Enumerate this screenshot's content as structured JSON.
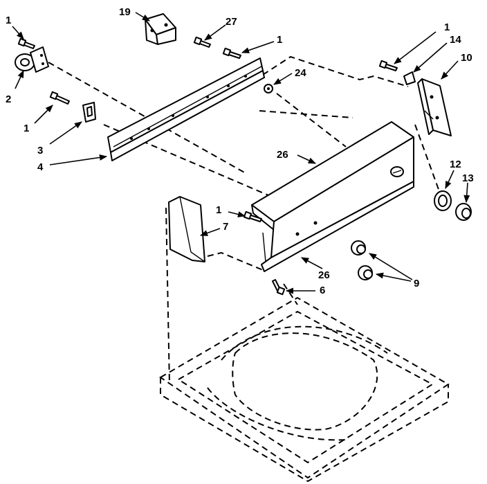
{
  "callouts": {
    "c1_top_left": "1",
    "c2": "2",
    "c1_mid_left": "1",
    "c3": "3",
    "c4": "4",
    "c19": "19",
    "c27": "27",
    "c1_top_center": "1",
    "c24": "24",
    "c1_top_right": "1",
    "c14": "14",
    "c10": "10",
    "c26_top": "26",
    "c12": "12",
    "c13": "13",
    "c1_center": "1",
    "c7": "7",
    "c26_bottom": "26",
    "c9": "9",
    "c6": "6"
  },
  "colors": {
    "ink": "#000000",
    "paper": "#ffffff"
  }
}
